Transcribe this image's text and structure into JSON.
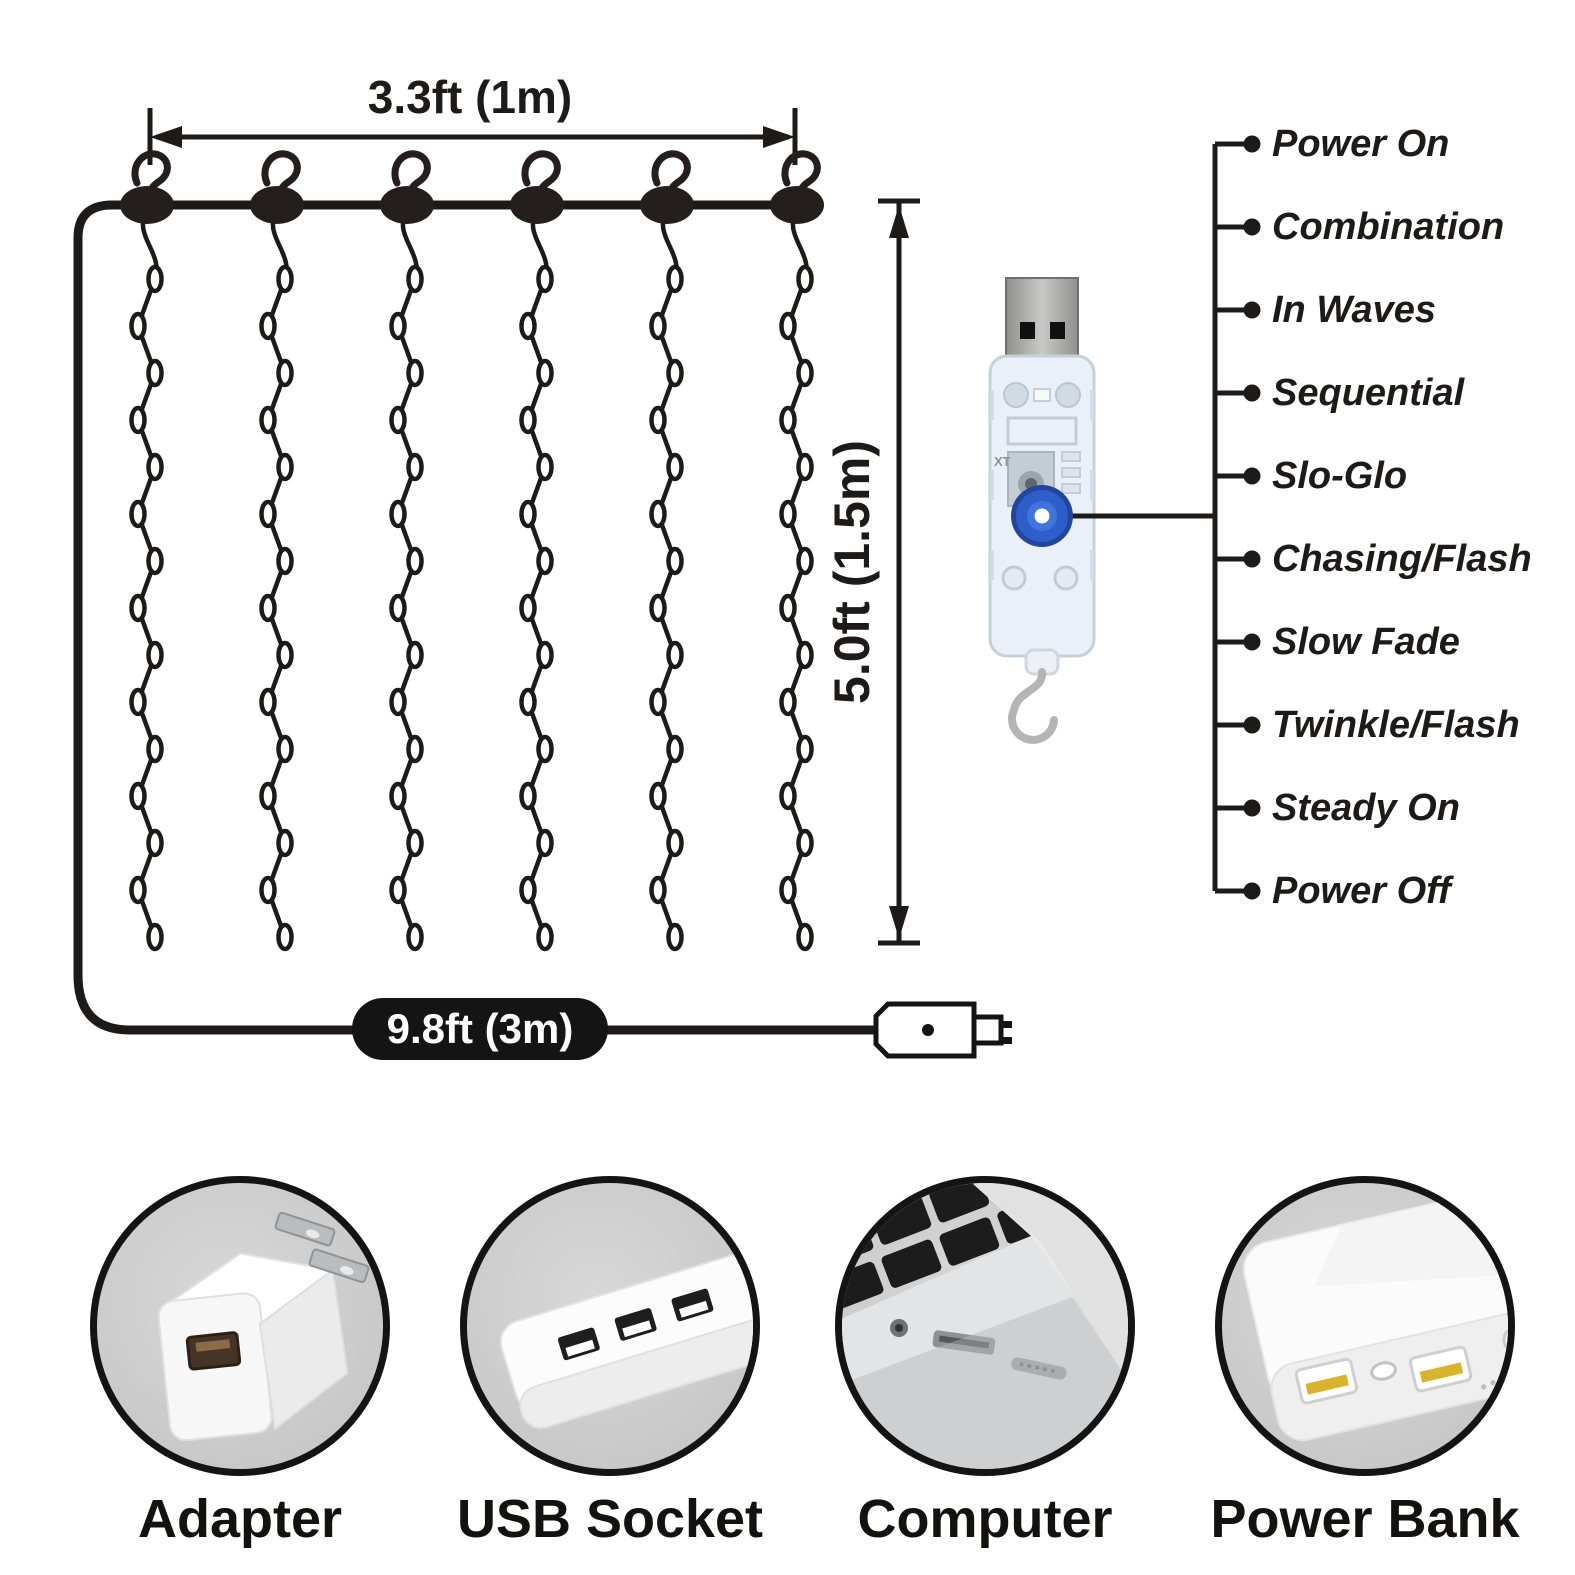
{
  "diagram": {
    "width_label": "3.3ft (1m)",
    "height_label": "5.0ft (1.5m)",
    "cable_label": "9.8ft (3m)"
  },
  "controller": {
    "marking": "XT",
    "button_color": "#2e5ec9"
  },
  "modes": {
    "items": [
      {
        "label": "Power On"
      },
      {
        "label": "Combination"
      },
      {
        "label": "In Waves"
      },
      {
        "label": "Sequential"
      },
      {
        "label": "Slo-Glo"
      },
      {
        "label": "Chasing/Flash"
      },
      {
        "label": "Slow Fade"
      },
      {
        "label": "Twinkle/Flash"
      },
      {
        "label": "Steady On"
      },
      {
        "label": "Power Off"
      }
    ]
  },
  "power_sources": {
    "items": [
      {
        "label": "Adapter"
      },
      {
        "label": "USB Socket"
      },
      {
        "label": "Computer"
      },
      {
        "label": "Power Bank"
      }
    ]
  },
  "colors": {
    "line": "#1d1a18",
    "pill": "#141414",
    "circle_bg": "#c9c9c9",
    "bulb_white": "#ffffff"
  }
}
